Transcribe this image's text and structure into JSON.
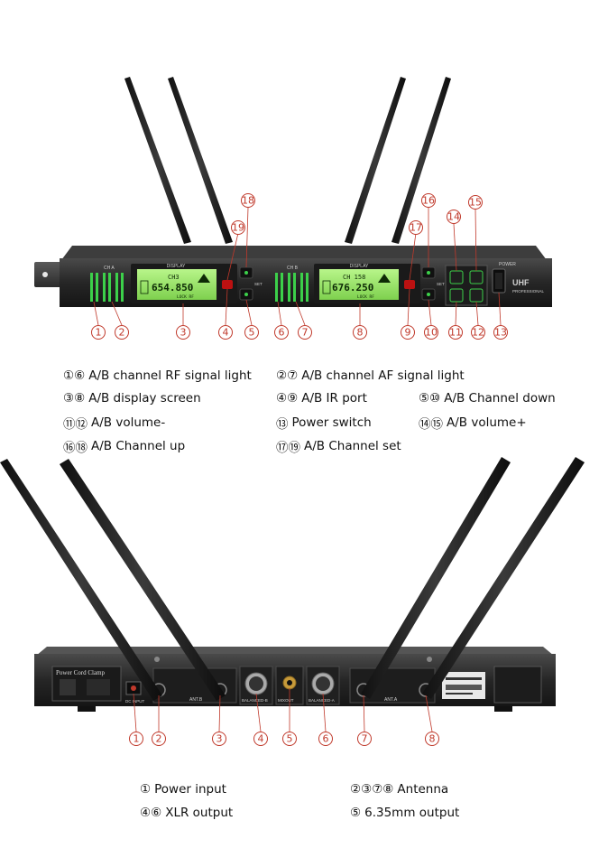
{
  "front_panel": {
    "display_a": {
      "ch": "CH3",
      "freq": "654.850",
      "header": "DISPLAY",
      "footer": "LOCK RF"
    },
    "display_b": {
      "ch": "CH 158",
      "freq": "676.250",
      "header": "DISPLAY",
      "footer": "LOCK RF"
    },
    "channel_a_tag": "CH A",
    "channel_b_tag": "CH B",
    "power_label": "POWER",
    "brand": "UHF",
    "brand_sub": "PROFESSIONAL",
    "set_label": "SET",
    "callouts_top": [
      "18",
      "19",
      "16",
      "17",
      "14",
      "15"
    ],
    "callouts_bottom": [
      "1",
      "2",
      "3",
      "4",
      "5",
      "6",
      "7",
      "8",
      "9",
      "10",
      "11",
      "12",
      "13"
    ]
  },
  "front_legend": [
    {
      "nums": "①⑥",
      "text": "A/B channel RF signal light"
    },
    {
      "nums": "②⑦",
      "text": "A/B channel AF signal light"
    },
    {
      "nums": "③⑧",
      "text": "A/B display screen"
    },
    {
      "nums": "④⑨",
      "text": "A/B IR port"
    },
    {
      "nums": "⑤⑩",
      "text": "A/B Channel down"
    },
    {
      "nums": "⑪⑫",
      "text": "A/B volume-"
    },
    {
      "nums": "⑬",
      "text": "Power switch"
    },
    {
      "nums": "⑭⑮",
      "text": "A/B volume+"
    },
    {
      "nums": "⑯⑱",
      "text": "A/B Channel up"
    },
    {
      "nums": "⑰⑲",
      "text": "A/B Channel set"
    }
  ],
  "rear_panel": {
    "power_cord_label": "Power Cord Clamp",
    "dc_label": "DC INPUT",
    "ant_b": "ANT.B",
    "ant_a": "ANT.A",
    "bal_b": "BALANCED-B",
    "bal_a": "BALANCED-A",
    "mix_out": "MIXOUT",
    "callouts": [
      "1",
      "2",
      "3",
      "4",
      "5",
      "6",
      "7",
      "8"
    ]
  },
  "rear_legend": [
    {
      "nums": "①",
      "text": "Power input"
    },
    {
      "nums": "②③⑦⑧",
      "text": "Antenna"
    },
    {
      "nums": "④⑥",
      "text": "XLR output"
    },
    {
      "nums": "⑤",
      "text": "6.35mm output"
    }
  ],
  "colors": {
    "callout": "#c0392b",
    "lcd": "#9be86a",
    "chassis": "#2a2a2a",
    "led_green": "#3cd04a"
  }
}
